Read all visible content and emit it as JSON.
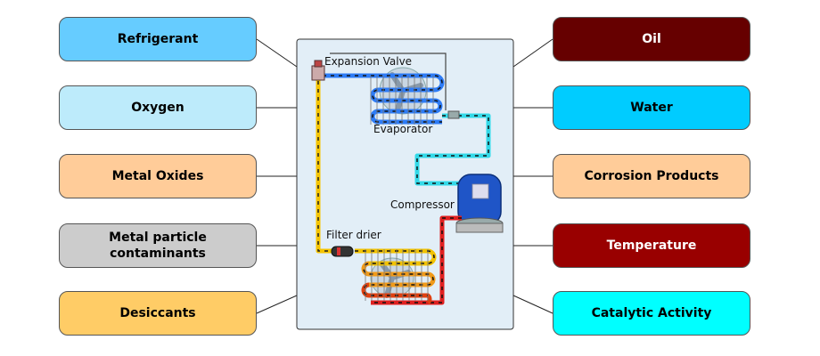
{
  "left_boxes": [
    {
      "label": "Refrigerant",
      "color": "#66CCFF"
    },
    {
      "label": "Oxygen",
      "color": "#BDEBFB"
    },
    {
      "label": "Metal Oxides",
      "color": "#FFCC99"
    },
    {
      "label": "Metal particle contaminants",
      "color": "#CCCCCC"
    },
    {
      "label": "Desiccants",
      "color": "#FFCC66"
    }
  ],
  "right_boxes": [
    {
      "label": "Oil",
      "color": "#660000"
    },
    {
      "label": "Water",
      "color": "#00CCFF"
    },
    {
      "label": "Corrosion Products",
      "color": "#FFCC99"
    },
    {
      "label": "Temperature",
      "color": "#990000"
    },
    {
      "label": "Catalytic Activity",
      "color": "#00FFFF"
    }
  ],
  "diagram": {
    "panel_color": "#E2EEF7",
    "labels": {
      "expansion_valve": "Expansion Valve",
      "evaporator": "Evaporator",
      "compressor": "Compressor",
      "filter_drier": "Filter drier"
    },
    "line_colors": {
      "liquid": "#F5C400",
      "evaporator_coil": "#2E7CF6",
      "suction": "#33D9E8",
      "discharge": "#E02020",
      "condenser_top": "#F2C200",
      "condenser_mid": "#F09A1A",
      "condenser_bottom": "#E04010"
    }
  }
}
